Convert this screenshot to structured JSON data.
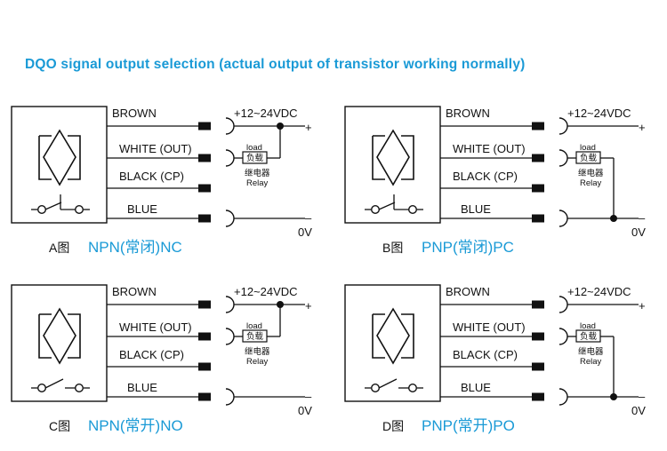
{
  "title": "DQO signal output selection (actual output of transistor working normally)",
  "colors": {
    "accent": "#1a9ad6",
    "line": "#111111"
  },
  "labels": {
    "brown": "BROWN",
    "white": "WHITE  (OUT)",
    "black": "BLACK  (CP)",
    "blue": "BLUE",
    "supply": "+12~24VDC",
    "plus": "+",
    "minus": "–",
    "zero": "0V",
    "load": "load",
    "load_cn": "负载",
    "relay_cn": "继电器",
    "relay": "Relay"
  },
  "panels": [
    {
      "id": "A",
      "letter": "A图",
      "caption": "NPN(常闭)NC",
      "type": "NPN",
      "switch": "closed"
    },
    {
      "id": "B",
      "letter": "B图",
      "caption": "PNP(常闭)PC",
      "type": "PNP",
      "switch": "closed"
    },
    {
      "id": "C",
      "letter": "C图",
      "caption": "NPN(常开)NO",
      "type": "NPN",
      "switch": "open"
    },
    {
      "id": "D",
      "letter": "D图",
      "caption": "PNP(常开)PO",
      "type": "PNP",
      "switch": "open"
    }
  ]
}
